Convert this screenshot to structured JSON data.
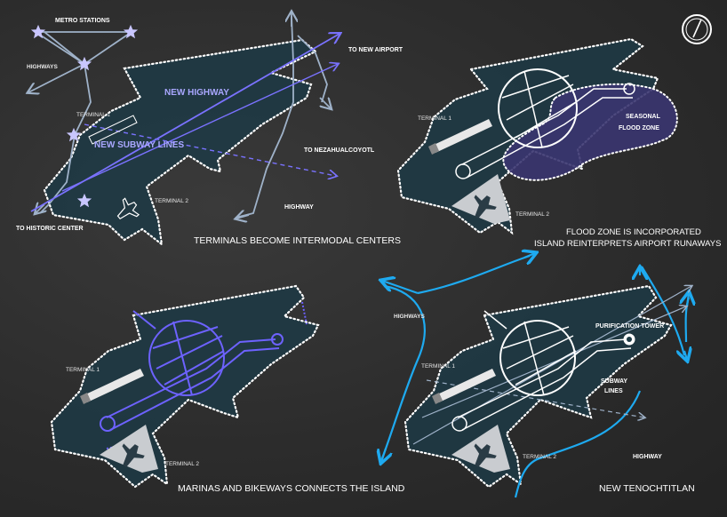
{
  "panel1": {
    "metro_stations": "METRO STATIONS",
    "highways": "HIGHWAYS",
    "to_new_airport": "TO NEW AIRPORT",
    "new_highway": "NEW HIGHWAY",
    "terminal_1": "TERMINAL 1",
    "new_subway_lines": "NEW SUBWAY LINES",
    "to_nezahualcoyotl": "TO NEZAHUALCOYOTL",
    "terminal_2": "TERMINAL 2",
    "highway": "HIGHWAY",
    "to_historic_center": "TO HISTORIC CENTER",
    "caption": "TERMINALS BECOME INTERMODAL CENTERS"
  },
  "panel2": {
    "terminal_1": "TERMINAL 1",
    "terminal_2": "TERMINAL 2",
    "seasonal_line1": "SEASONAL",
    "seasonal_line2": "FLOOD ZONE",
    "caption_line1": "FLOOD ZONE  IS INCORPORATED",
    "caption_line2": "ISLAND REINTERPRETS AIRPORT RUNAWAYS"
  },
  "panel3": {
    "terminal_1": "TERMINAL 1",
    "terminal_2": "TERMINAL 2",
    "caption": "MARINAS AND BIKEWAYS CONNECTS THE ISLAND"
  },
  "panel4": {
    "highways": "HIGHWAYS",
    "purification_tower": "PURIFICATION TOWER",
    "terminal_1": "TERMINAL 1",
    "subway_line1": "SUBWAY",
    "subway_line2": "LINES",
    "terminal_2": "TERMINAL 2",
    "highway": "HIGHWAY",
    "caption": "NEW TENOCHTITLAN"
  },
  "colors": {
    "background": "#2b2b2b",
    "island_fill": "#1d3a45",
    "highway_grey_blue": "#9fb2c9",
    "subway_purple": "#7a72ff",
    "flood_zone": "#3a3570",
    "water_blue": "#1eaaf0",
    "bikeway_purple": "#6d62ff"
  },
  "icons": [
    "compass-icon",
    "star-icon",
    "airplane-icon"
  ]
}
